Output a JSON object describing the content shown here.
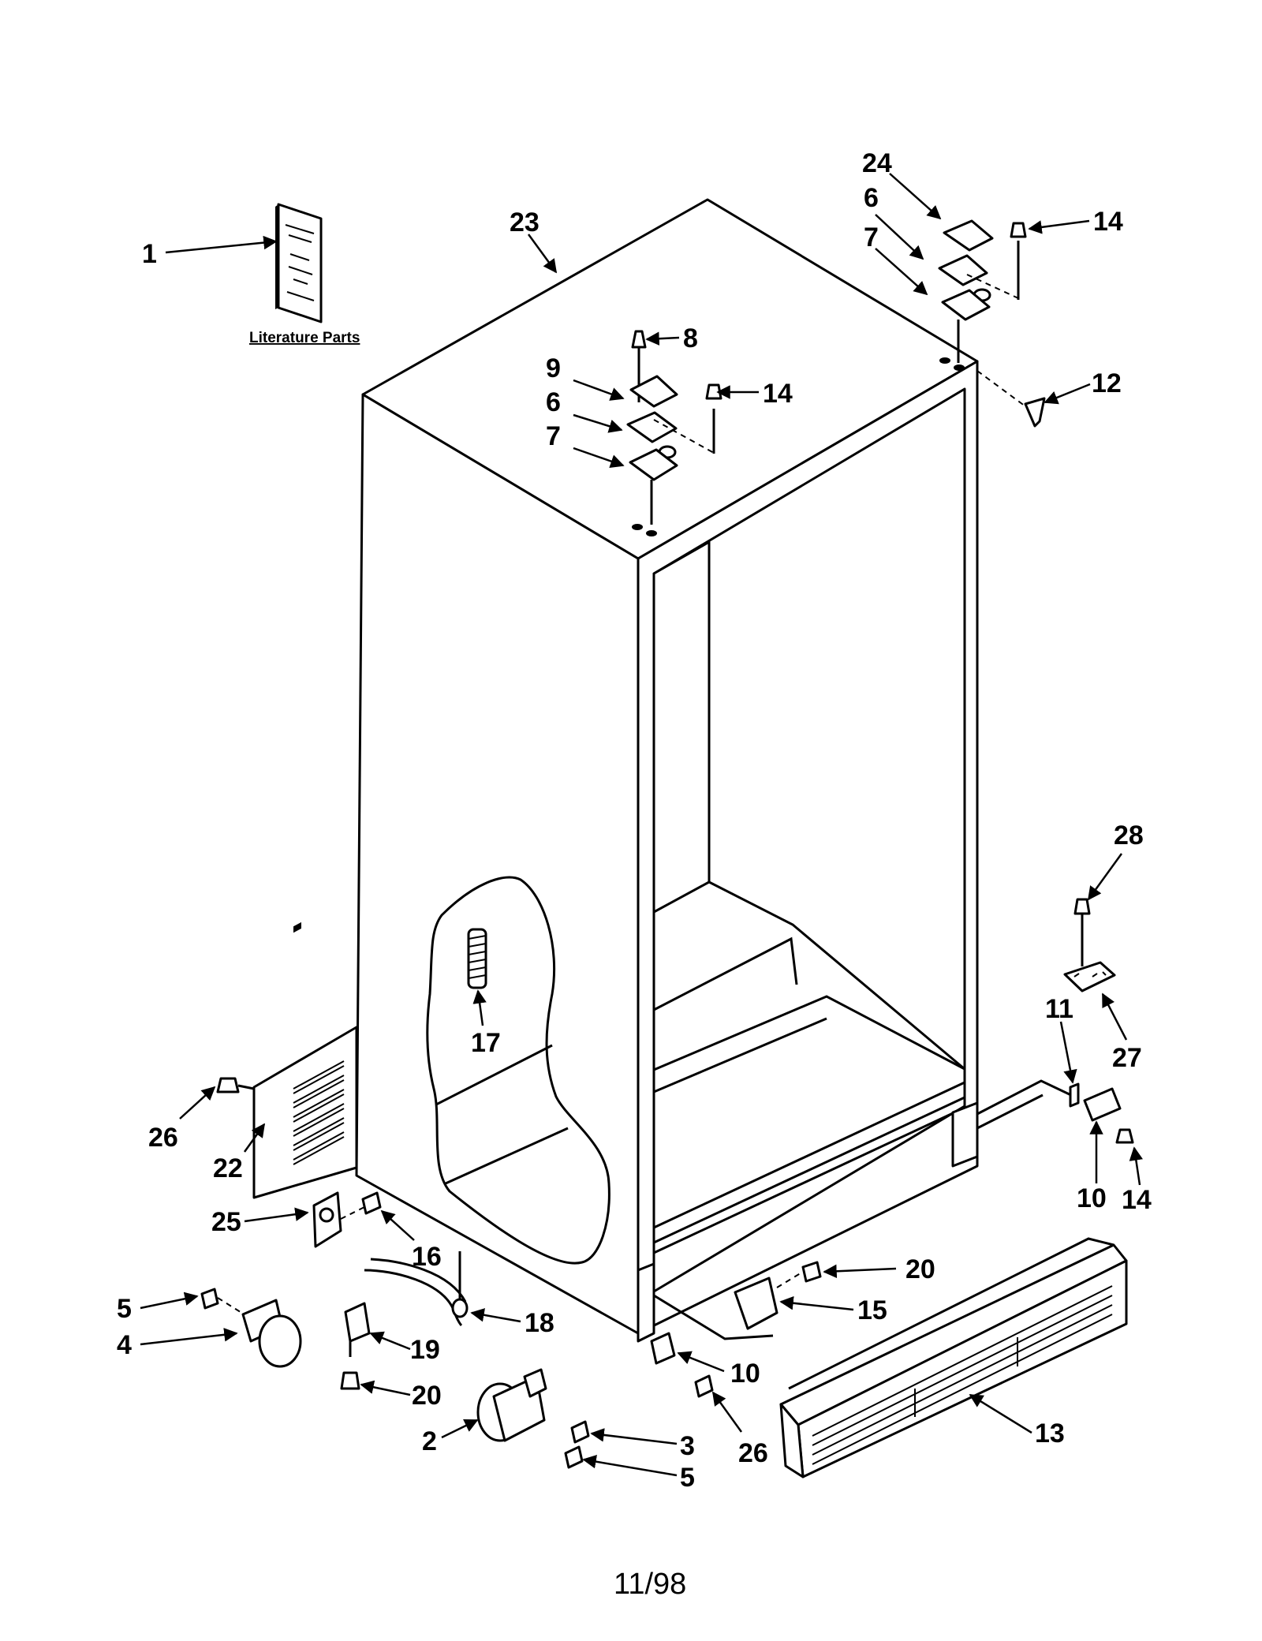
{
  "literature_label": "Literature Parts",
  "footer": "11/98",
  "callouts": {
    "c1": "1",
    "c23": "23",
    "c24": "24",
    "c6a": "6",
    "c7a": "7",
    "c14a": "14",
    "c8": "8",
    "c9": "9",
    "c6b": "6",
    "c7b": "7",
    "c14b": "14",
    "c12": "12",
    "c28": "28",
    "c11": "11",
    "c27": "27",
    "c10a": "10",
    "c14c": "14",
    "c17": "17",
    "c26a": "26",
    "c22": "22",
    "c25": "25",
    "c16": "16",
    "c5a": "5",
    "c4": "4",
    "c18": "18",
    "c19": "19",
    "c20a": "20",
    "c20b": "20",
    "c15": "15",
    "c10b": "10",
    "c26b": "26",
    "c13": "13",
    "c2": "2",
    "c3": "3",
    "c5b": "5"
  }
}
